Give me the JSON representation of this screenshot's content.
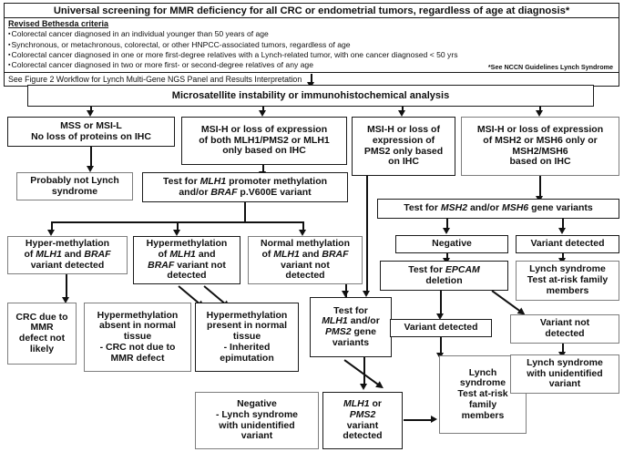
{
  "header": {
    "title": "Universal screening for MMR deficiency for all CRC or endometrial tumors, regardless of age at diagnosis*",
    "subtitle": "Revised Bethesda criteria",
    "bullets": [
      "Colorectal cancer diagnosed in an individual younger than 50 years of age",
      "Synchronous, or metachronous, colorectal, or other HNPCC-associated tumors, regardless of age",
      "Colorectal cancer diagnosed in one or more first-degree relatives with a Lynch-related tumor, with one cancer diagnosed < 50 yrs",
      "Colorectal cancer diagnosed in two or more first- or second-degree relatives of any age"
    ],
    "footnote": "*See NCCN Guidelines Lynch Syndrome",
    "footer": "See Figure 2 Workflow for Lynch Multi-Gene NGS Panel and Results Interpretation"
  },
  "nodes": {
    "msi_analysis": "Microsatellite instability or immunohistochemical analysis",
    "mss_msil": "MSS or MSI-L<br>No loss of proteins on IHC",
    "msih_mlh1pms2": "MSI-H or loss of expression<br>of both MLH1/PMS2 or MLH1<br>only based on IHC",
    "msih_pms2": "MSI-H or loss of<br>expression of<br>PMS2 only based<br>on IHC",
    "msih_msh2msh6": "MSI-H or loss of expression<br>of MSH2 or MSH6 only or<br>MSH2/MSH6<br>based on IHC",
    "probably_not_lynch": "Probably not Lynch<br>syndrome",
    "test_mlh1_promoter": "Test for <i>MLH1</i> promoter methylation<br>and/or <i>BRAF</i> p.V600E variant",
    "test_msh2_msh6": "Test for <i>MSH2</i> and/or <i>MSH6</i> gene variants",
    "hyper_mlh1_braf_detected": "Hyper-methylation<br>of <i>MLH1</i> and <i>BRAF</i><br>variant detected",
    "hyper_mlh1_braf_not": "Hypermethylation<br>of <i>MLH1</i> and<br><i>BRAF</i> variant not<br>detected",
    "normal_methylation": "Normal methylation<br>of <i>MLH1</i> and <i>BRAF</i><br>variant not<br>detected",
    "negative_msh": "Negative",
    "variant_detected_msh": "Variant detected",
    "crc_mmr_not_likely": "CRC due to<br>MMR<br>defect not<br>likely",
    "hyper_absent": "Hypermethylation<br>absent in normal<br>tissue<br>- CRC not due to<br>MMR defect",
    "hyper_present": "Hypermethylation<br>present in normal<br>tissue<br>- Inherited<br>epimutation",
    "test_mlh1_pms2": "Test for<br><i>MLH1</i> and/or<br><i>PMS2</i> gene<br>variants",
    "test_epcam": "Test for <i>EPCAM</i><br>deletion",
    "lynch_test_atrisk_1": "Lynch syndrome<br>Test at-risk family<br>members",
    "variant_detected_epcam": "Variant detected",
    "variant_not_detected": "Variant not<br>detected",
    "lynch_test_atrisk_2": "Lynch<br>syndrome<br>Test at-risk<br>family<br>members",
    "lynch_unidentified": "Lynch syndrome<br>with unidentified<br>variant",
    "negative_lynch_unid": "Negative<br>- Lynch syndrome<br>with unidentified<br>variant",
    "mlh1_pms2_variant_detected": "<i>MLH1</i> or<br><i>PMS2</i><br>variant<br>detected"
  },
  "colors": {
    "ink": "#111111",
    "border": "#7d7d7d",
    "border_dark": "#1a1a1a",
    "background": "#ffffff"
  }
}
